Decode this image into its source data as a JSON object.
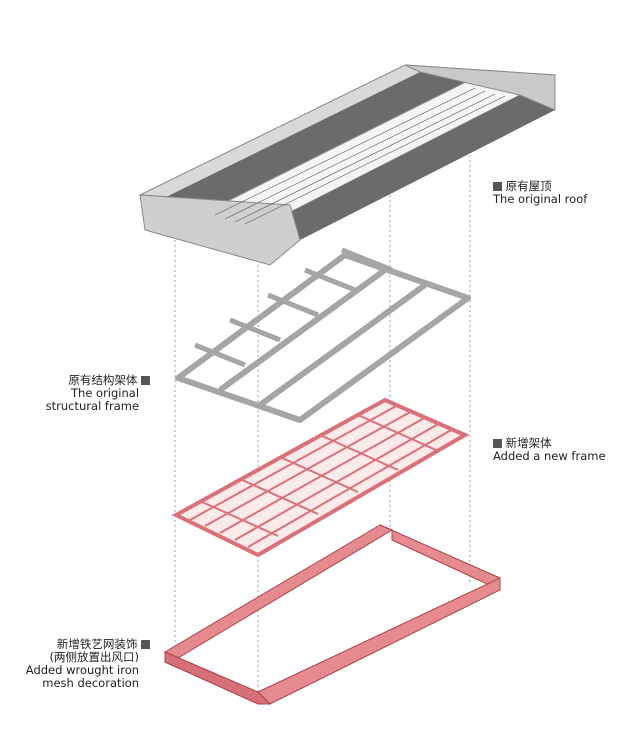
{
  "labels": {
    "roof": {
      "cn": "原有屋顶",
      "en": "The original roof"
    },
    "structure": {
      "cn": "原有结构架体",
      "en1": "The original",
      "en2": "structural frame"
    },
    "new_frame": {
      "cn": "新增架体",
      "en": "Added a new frame"
    },
    "mesh": {
      "cn1": "新增铁艺网装饰",
      "cn2": "(两侧放置出风口)",
      "en1": "Added wrought iron",
      "en2": "mesh decoration"
    }
  },
  "colors": {
    "roof_dark": "#6b6b6b",
    "roof_light": "#d9d9d9",
    "frame_grey": "#bdbdbd",
    "frame_red": "#e8868c",
    "mesh_red": "#e58a8f"
  }
}
